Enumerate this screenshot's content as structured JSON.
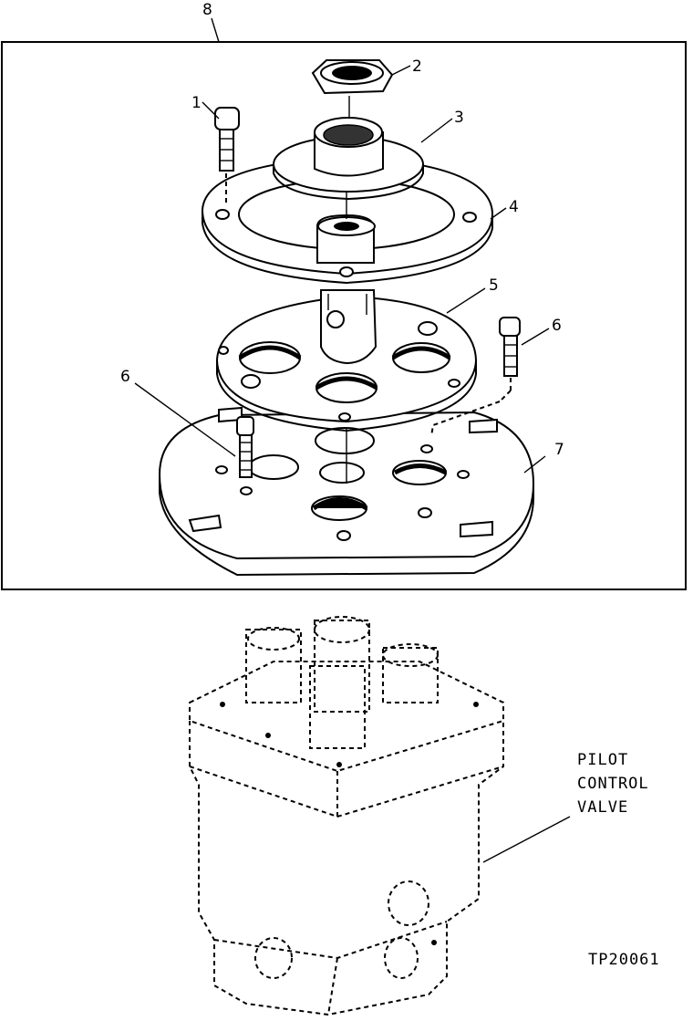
{
  "figure": {
    "callouts": {
      "c1": "1",
      "c2": "2",
      "c3": "3",
      "c4": "4",
      "c5": "5",
      "c6a": "6",
      "c6b": "6",
      "c7": "7",
      "c8": "8"
    },
    "valve_label": [
      "PILOT",
      "CONTROL",
      "VALVE"
    ],
    "figure_id": "TP20061"
  }
}
